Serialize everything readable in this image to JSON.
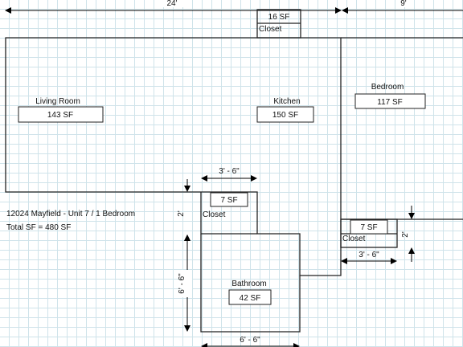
{
  "plan": {
    "address": "12024 Mayfield - Unit 7 / 1 Bedroom",
    "total": "Total SF = 480 SF"
  },
  "rooms": {
    "living": {
      "name": "Living Room",
      "area": "143 SF"
    },
    "kitchen": {
      "name": "Kitchen",
      "area": "150 SF"
    },
    "bedroom": {
      "name": "Bedroom",
      "area": "117 SF"
    },
    "bathroom": {
      "name": "Bathroom",
      "area": "42 SF"
    },
    "closet_top": {
      "name": "Closet",
      "area": "16 SF"
    },
    "closet_hall": {
      "name": "Closet",
      "area": "7 SF"
    },
    "closet_bed": {
      "name": "Closet",
      "area": "7 SF"
    }
  },
  "dimensions": {
    "overall_left": "24'",
    "overall_right": "9'",
    "hall_closet_width": "3' - 6\"",
    "hall_closet_depth": "2'",
    "bath_height": "6' - 6\"",
    "bath_width": "6' - 6\"",
    "bed_closet_width": "3' - 6\"",
    "bed_closet_depth": "2'"
  }
}
